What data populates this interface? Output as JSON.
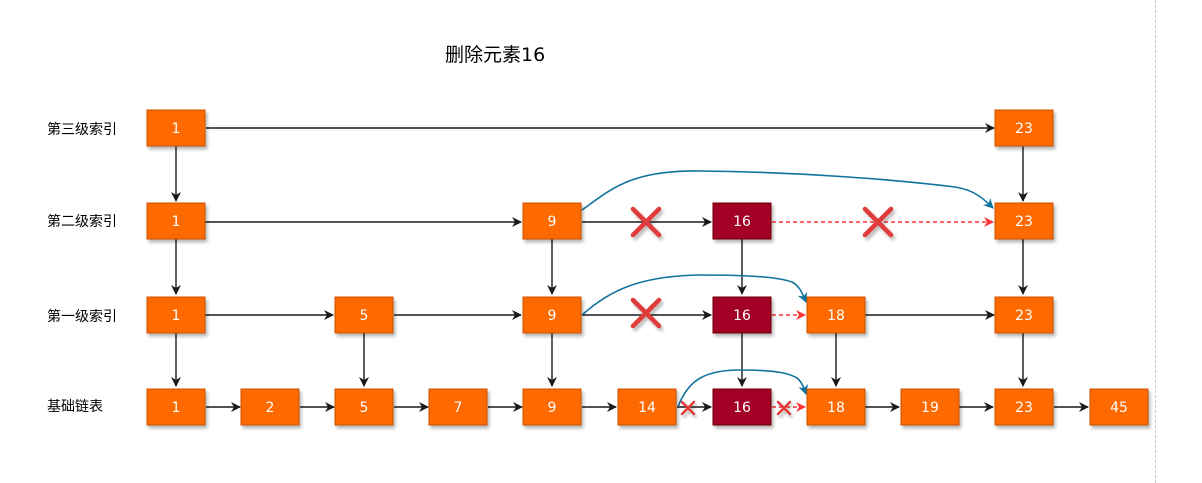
{
  "title": "删除元素16",
  "levels": [
    {
      "label": "第三级索引",
      "nodes": [
        "1",
        "23"
      ]
    },
    {
      "label": "第二级索引",
      "nodes": [
        "1",
        "9",
        "16",
        "23"
      ]
    },
    {
      "label": "第一级索引",
      "nodes": [
        "1",
        "5",
        "9",
        "16",
        "18",
        "23"
      ]
    },
    {
      "label": "基础链表",
      "nodes": [
        "1",
        "2",
        "5",
        "7",
        "9",
        "14",
        "16",
        "18",
        "19",
        "23",
        "45"
      ]
    }
  ],
  "deleted_value": "16",
  "colors": {
    "node_fill": "#FF6A00",
    "node_stroke": "#C95300",
    "deleted_fill": "#A20025",
    "deleted_stroke": "#6F0000",
    "arrow": "#1a1a1a",
    "new_link": "#10739E",
    "removed_link": "#FF3333",
    "cross": "#E03A3A"
  }
}
